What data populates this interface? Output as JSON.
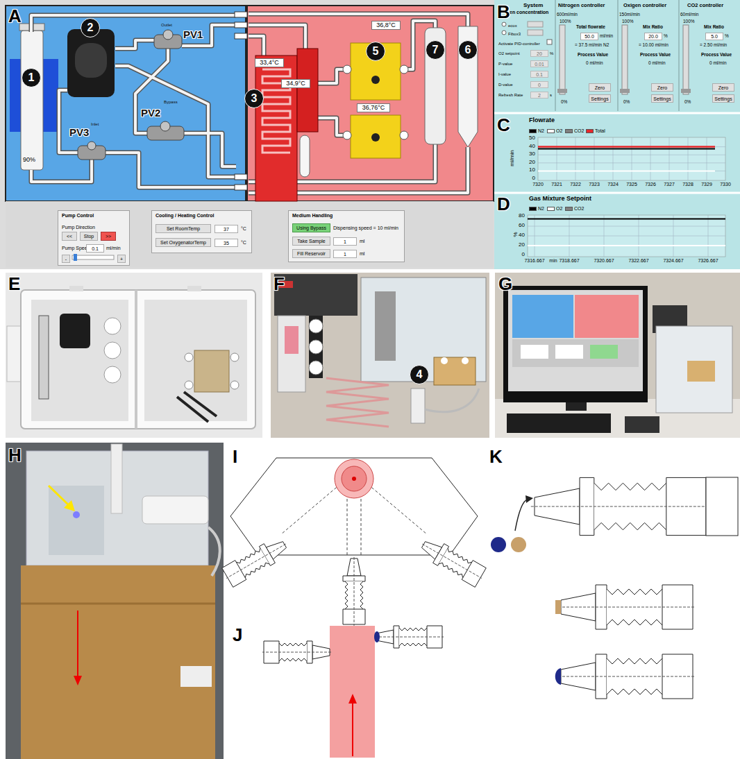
{
  "diagram": {
    "nodes": [
      {
        "text": [
          "1"
        ]
      },
      {
        "text": [
          "2"
        ]
      },
      {
        "text": [
          "3"
        ]
      },
      {
        "text": [
          "5"
        ]
      },
      {
        "text": [
          "7"
        ]
      },
      {
        "text": [
          "6"
        ]
      },
      {
        "text": [
          "33,4°C"
        ]
      },
      {
        "text": [
          "34,9°C"
        ]
      },
      {
        "text": [
          "36,8°C"
        ]
      },
      {
        "text": [
          "36,76°C"
        ]
      },
      {
        "text": [
          "Pump Control",
          "Pump Direction",
          "Pump Speed",
          "ml/min"
        ]
      },
      {
        "text": [
          "<<"
        ],
        "in": 10
      },
      {
        "text": [
          "Stop"
        ],
        "in": 10
      },
      {
        "text": [
          ">>"
        ],
        "in": 10
      },
      {
        "text": [
          "0.1"
        ],
        "in": 10
      },
      {
        "text": [
          "-"
        ],
        "in": 10
      },
      {
        "text": [
          "+"
        ],
        "in": 10
      },
      {
        "text": [
          "Cooling / Heating Control",
          "°C",
          "°C"
        ]
      },
      {
        "text": [
          "Set RoomTemp"
        ],
        "in": 17
      },
      {
        "text": [
          "37"
        ],
        "in": 17
      },
      {
        "text": [
          "Set OxygenatorTemp"
        ],
        "in": 17
      },
      {
        "text": [
          "35"
        ],
        "in": 17
      },
      {
        "text": [
          "Medium Handling",
          "Dispensing speed = 10 ml/min",
          "ml",
          "ml"
        ]
      },
      {
        "text": [
          "Using Bypass"
        ],
        "in": 22
      },
      {
        "text": [
          "Take Sample"
        ],
        "in": 22
      },
      {
        "text": [
          "1"
        ],
        "in": 22
      },
      {
        "text": [
          "Fill Reservoir"
        ],
        "in": 22
      },
      {
        "text": [
          "1"
        ],
        "in": 22
      },
      {
        "text": [
          "System",
          "en concentration",
          "ecox",
          "Fibox3",
          "Activate PID-controller",
          "O2 setpoint",
          "%",
          "P-value",
          "I-value",
          "D-value",
          "Refresh Rate",
          "s"
        ]
      },
      {
        "text": [
          "20"
        ],
        "in": 28
      },
      {
        "text": [
          "0.01"
        ],
        "in": 28
      },
      {
        "text": [
          "0.1"
        ],
        "in": 28
      },
      {
        "text": [
          "0"
        ],
        "in": 28
      },
      {
        "text": [
          "2"
        ],
        "in": 28
      },
      {
        "text": [
          "Nitrogen controller",
          "600ml/min",
          "100%",
          "Total flowrate",
          "ml/min",
          "= 37.5 ml/min N2",
          "Process Value",
          "0 ml/min",
          "0%"
        ]
      },
      {
        "text": [
          "50.0"
        ],
        "in": 34
      },
      {
        "text": [
          "Zero"
        ],
        "in": 34
      },
      {
        "text": [
          "Settings"
        ],
        "in": 34
      },
      {
        "text": [
          "Oxigen controller",
          "150ml/min",
          "100%",
          "Mix Ratio",
          "%",
          "= 10.00 ml/min",
          "Process Value",
          "0 ml/min",
          "0%"
        ]
      },
      {
        "text": [
          "20.0"
        ],
        "in": 38
      },
      {
        "text": [
          "Zero"
        ],
        "in": 38
      },
      {
        "text": [
          "Settings"
        ],
        "in": 38
      },
      {
        "text": [
          "CO2 controller",
          "60ml/min",
          "100%",
          "Mix Ratio",
          "%",
          "= 2.50 ml/min",
          "Process Value",
          "0 ml/min",
          "0%"
        ]
      },
      {
        "text": [
          "5.0"
        ],
        "in": 42
      },
      {
        "text": [
          "Zero"
        ],
        "in": 42
      },
      {
        "text": [
          "Settings"
        ],
        "in": 42
      },
      {
        "text": [
          "4"
        ]
      }
    ],
    "labels": [
      "A",
      "90%",
      "PV1",
      "Outlet",
      "Bypass",
      "PV2",
      "Inlet",
      "PV3",
      "B",
      "C",
      "Flowrate",
      "50",
      "40",
      "30",
      "20",
      "10",
      "0",
      "ml/min",
      "7320",
      "7321",
      "7322",
      "7323",
      "7324",
      "7325",
      "7326",
      "7327",
      "7328",
      "7329",
      "7330",
      "D",
      "Gas Mixture Setpoint",
      "80",
      "60",
      "40",
      "20",
      "0",
      "%",
      "7316.667",
      "min",
      "7318.667",
      "7320.667",
      "7322.667",
      "7324.667",
      "7326.667",
      "E",
      "F",
      "G",
      "H",
      "I",
      "J",
      "K"
    ],
    "legend": [
      {
        "text": "N2",
        "color": "#000000"
      },
      {
        "text": "O2",
        "color": "#ffffff"
      },
      {
        "text": "CO2",
        "color": "#808080"
      },
      {
        "text": "Total",
        "color": "#e8262a"
      },
      {
        "text": "N2",
        "color": "#000000"
      },
      {
        "text": "O2",
        "color": "#ffffff"
      },
      {
        "text": "CO2",
        "color": "#808080"
      }
    ]
  }
}
